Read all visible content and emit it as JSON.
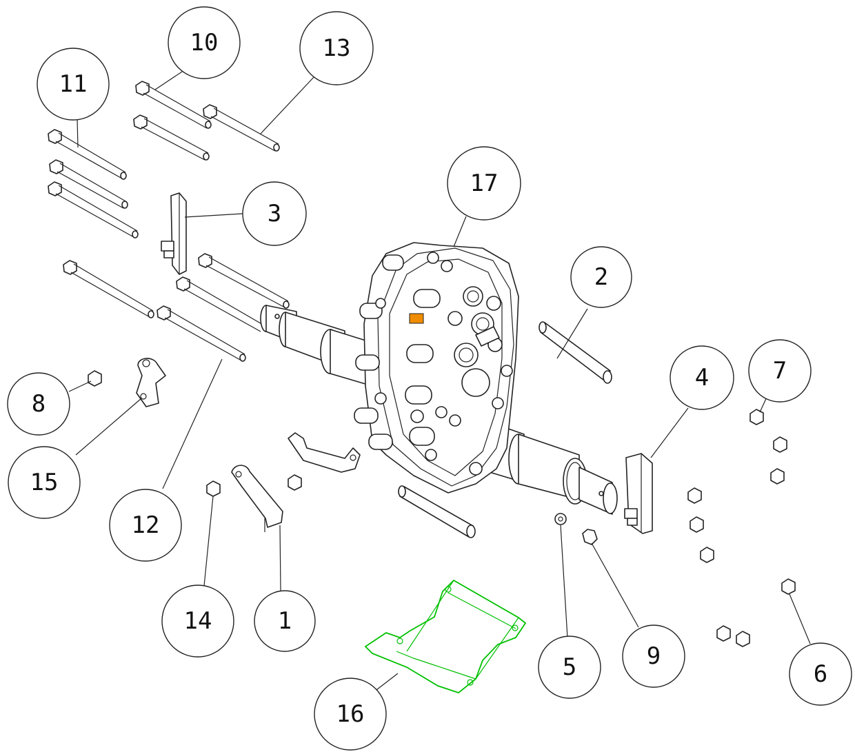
{
  "callouts": [
    {
      "id": "1",
      "label": "1"
    },
    {
      "id": "2",
      "label": "2"
    },
    {
      "id": "3",
      "label": "3"
    },
    {
      "id": "4",
      "label": "4"
    },
    {
      "id": "5",
      "label": "5"
    },
    {
      "id": "6",
      "label": "6"
    },
    {
      "id": "7",
      "label": "7"
    },
    {
      "id": "8",
      "label": "8"
    },
    {
      "id": "9",
      "label": "9"
    },
    {
      "id": "10",
      "label": "10"
    },
    {
      "id": "11",
      "label": "11"
    },
    {
      "id": "12",
      "label": "12"
    },
    {
      "id": "13",
      "label": "13"
    },
    {
      "id": "14",
      "label": "14"
    },
    {
      "id": "15",
      "label": "15"
    },
    {
      "id": "16",
      "label": "16"
    },
    {
      "id": "17",
      "label": "17"
    }
  ],
  "colors": {
    "line": "#222222",
    "highlight_part": "#00c000",
    "accent_tab": "#f08c00"
  }
}
